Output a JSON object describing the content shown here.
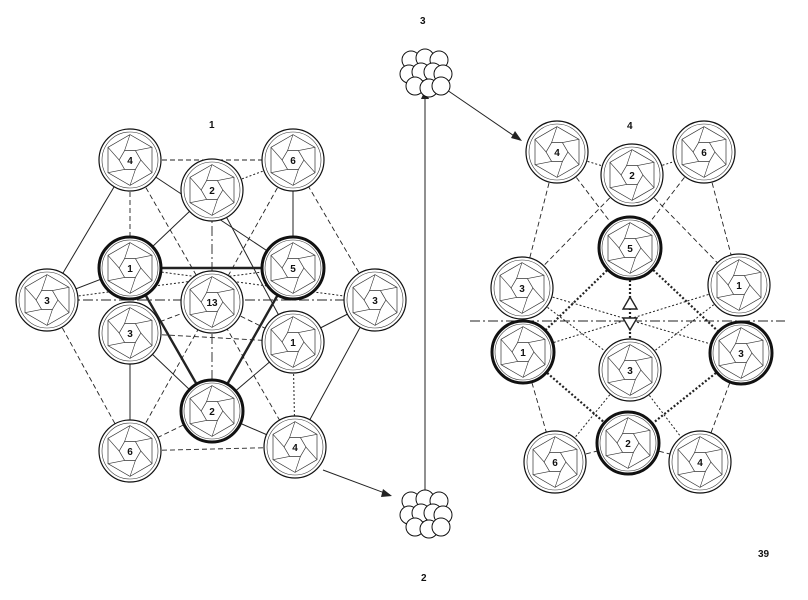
{
  "headings": {
    "fig1": "1",
    "fig2": "2",
    "fig3": "3",
    "fig4": "4"
  },
  "page_number": "39",
  "figure1": {
    "nodes": [
      {
        "label": "4",
        "bold": false
      },
      {
        "label": "6",
        "bold": false
      },
      {
        "label": "2",
        "bold": false
      },
      {
        "label": "1",
        "bold": true
      },
      {
        "label": "5",
        "bold": true
      },
      {
        "label": "3",
        "bold": false
      },
      {
        "label": "13",
        "bold": false
      },
      {
        "label": "3",
        "bold": false
      },
      {
        "label": "3",
        "bold": false
      },
      {
        "label": "1",
        "bold": false
      },
      {
        "label": "2",
        "bold": true
      },
      {
        "label": "6",
        "bold": false
      },
      {
        "label": "4",
        "bold": false
      }
    ]
  },
  "figure4": {
    "nodes": [
      {
        "label": "4",
        "bold": false
      },
      {
        "label": "2",
        "bold": false
      },
      {
        "label": "6",
        "bold": false
      },
      {
        "label": "5",
        "bold": true
      },
      {
        "label": "3",
        "bold": false
      },
      {
        "label": "1",
        "bold": false
      },
      {
        "label": "1",
        "bold": true
      },
      {
        "label": "3",
        "bold": false
      },
      {
        "label": "3",
        "bold": true
      },
      {
        "label": "6",
        "bold": false
      },
      {
        "label": "2",
        "bold": true
      },
      {
        "label": "4",
        "bold": false
      }
    ]
  }
}
